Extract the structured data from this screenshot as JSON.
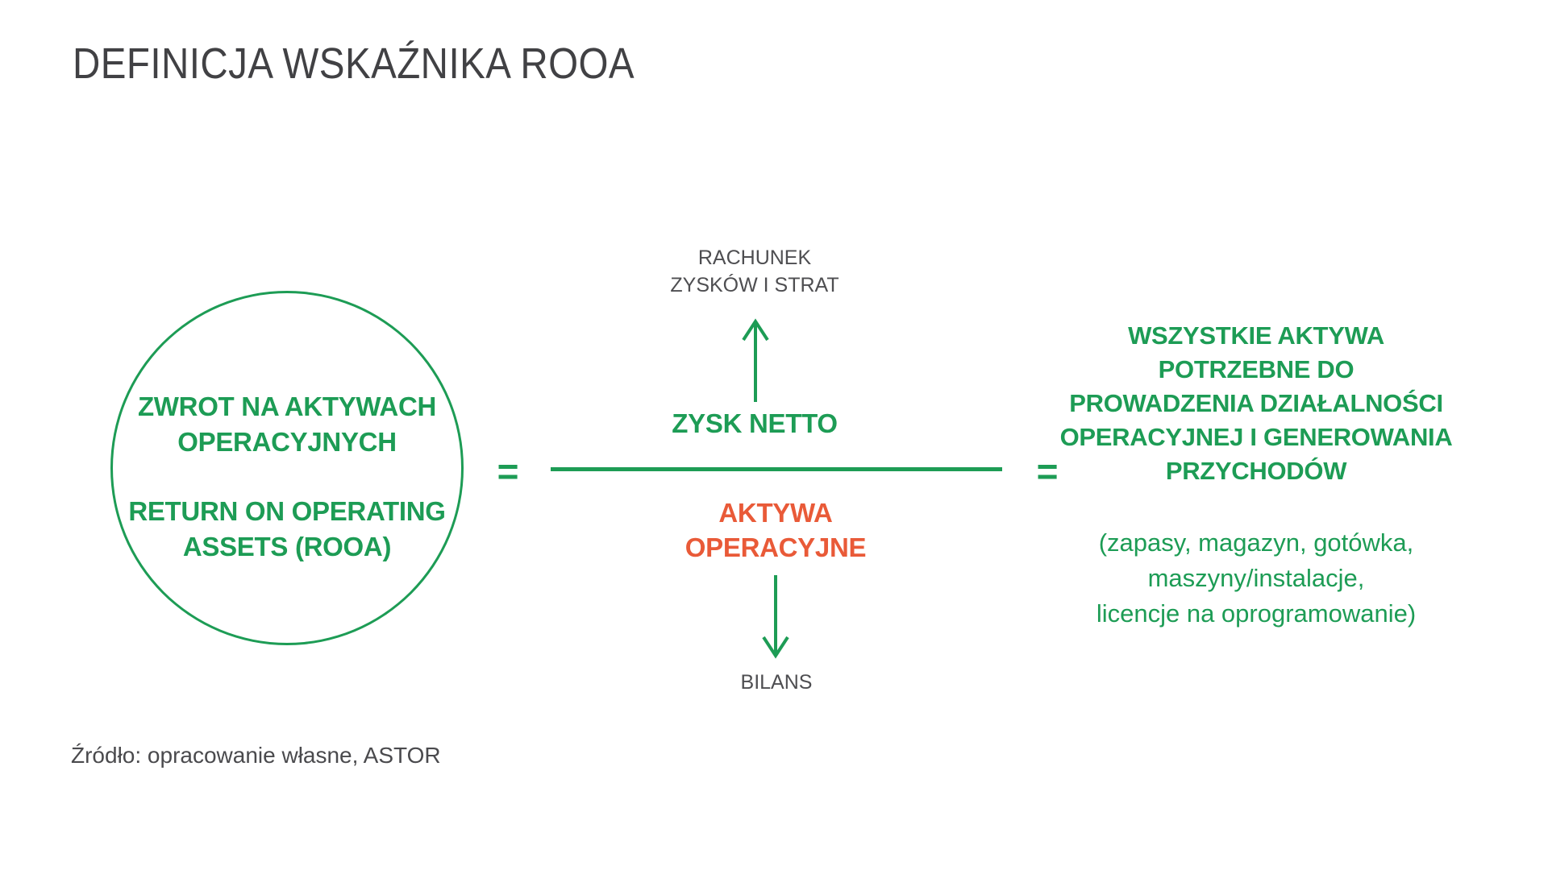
{
  "title": "DEFINICJA WSKAŹNIKA ROOA",
  "colors": {
    "green": "#1d9c55",
    "orange": "#e95a38",
    "title_gray": "#414144",
    "label_gray": "#4e4e51"
  },
  "circle": {
    "pl_lines": [
      "ZWROT NA AKTYWACH",
      "OPERACYJNYCH"
    ],
    "en_lines": [
      "RETURN ON OPERATING",
      "ASSETS (ROOA)"
    ]
  },
  "equation": {
    "equals": "=",
    "top_reference_lines": [
      "RACHUNEK",
      "ZYSKÓW I STRAT"
    ],
    "numerator": "ZYSK NETTO",
    "denominator_lines": [
      "AKTYWA",
      "OPERACYJNE"
    ],
    "bottom_reference": "BILANS"
  },
  "right_block": {
    "heading_lines": [
      "WSZYSTKIE AKTYWA",
      "POTRZEBNE DO",
      "PROWADZENIA DZIAŁALNOŚCI",
      "OPERACYJNEJ I GENEROWANIA",
      "PRZYCHODÓW"
    ],
    "detail_lines": [
      "(zapasy, magazyn, gotówka,",
      "maszyny/instalacje,",
      "licencje na oprogramowanie)"
    ]
  },
  "source": "Źródło: opracowanie własne, ASTOR"
}
